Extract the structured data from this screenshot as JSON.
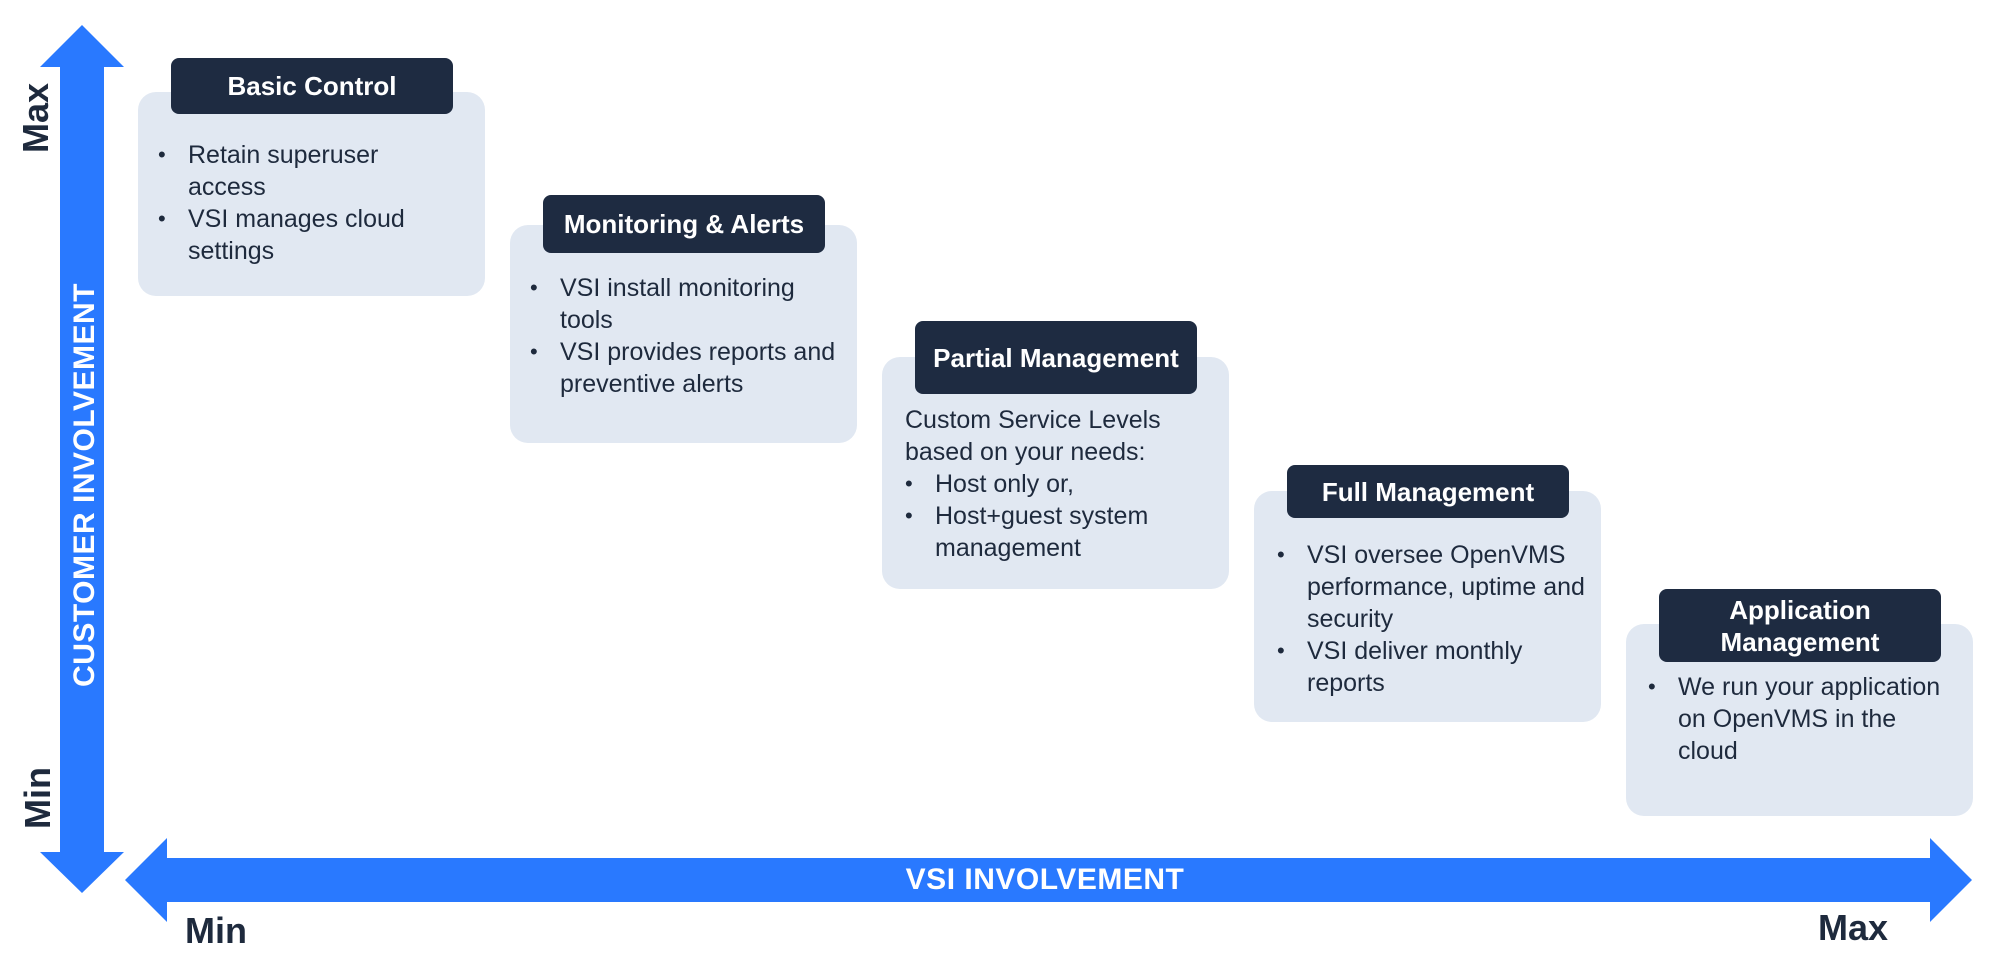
{
  "axes": {
    "x_title": "VSI INVOLVEMENT",
    "y_title": "CUSTOMER INVOLVEMENT",
    "x_min": "Min",
    "x_max": "Max",
    "y_min": "Min",
    "y_max": "Max",
    "arrow_color": "#2979ff"
  },
  "stages": [
    {
      "title": "Basic Control",
      "intro": "",
      "bullets": [
        "Retain superuser access",
        "VSI manages cloud settings"
      ]
    },
    {
      "title": "Monitoring & Alerts",
      "intro": "",
      "bullets": [
        "VSI install monitoring tools",
        "VSI provides reports and preventive alerts"
      ]
    },
    {
      "title": "Partial Management",
      "intro": "Custom Service Levels based on your needs:",
      "bullets": [
        "Host only or,",
        "Host+guest system management"
      ]
    },
    {
      "title": "Full Management",
      "intro": "",
      "bullets": [
        "VSI oversee OpenVMS performance, uptime and security",
        "VSI deliver monthly reports"
      ]
    },
    {
      "title": "Application Management",
      "intro": "",
      "bullets": [
        "We run your application on OpenVMS in the cloud"
      ]
    }
  ],
  "colors": {
    "card_bg": "#e1e8f2",
    "header_bg": "#1e2b41",
    "text": "#1e2a3d"
  }
}
